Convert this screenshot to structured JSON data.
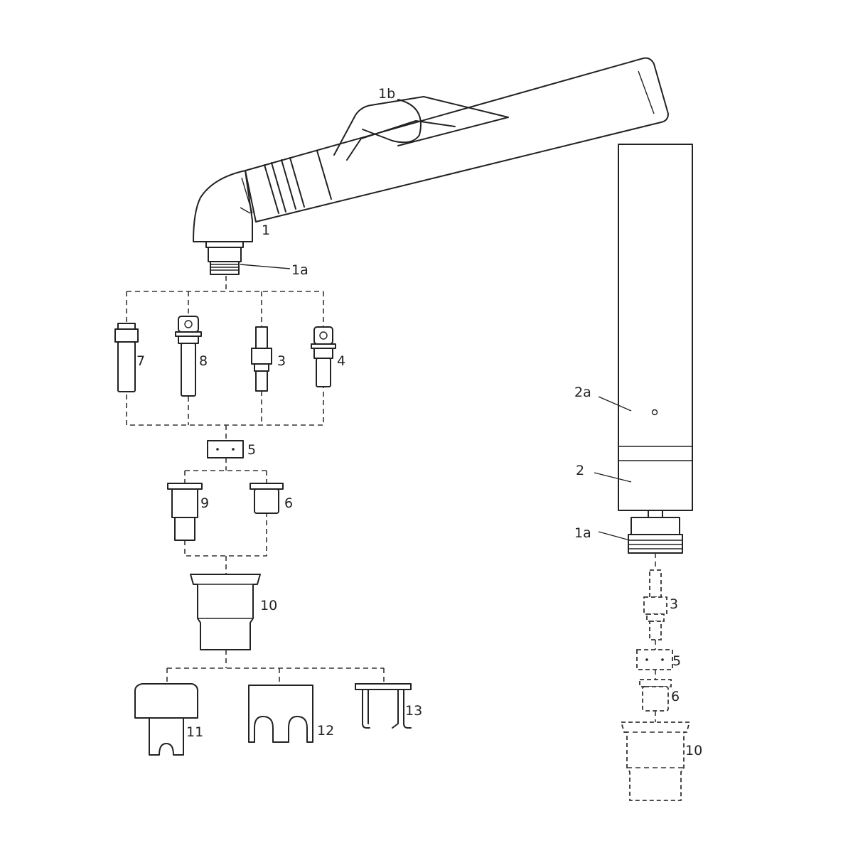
{
  "labels": {
    "torch_head": "1",
    "thread_1a": "1a",
    "trigger_1b": "1b",
    "part_7": "7",
    "part_8": "8",
    "part_3": "3",
    "part_4": "4",
    "part_5": "5",
    "part_9": "9",
    "part_6": "6",
    "part_10": "10",
    "part_11": "11",
    "part_12": "12",
    "part_13": "13",
    "machine_2a": "2a",
    "machine_2": "2",
    "machine_1a": "1a",
    "machine_3": "3",
    "machine_5": "5",
    "machine_6": "6",
    "machine_10": "10"
  }
}
